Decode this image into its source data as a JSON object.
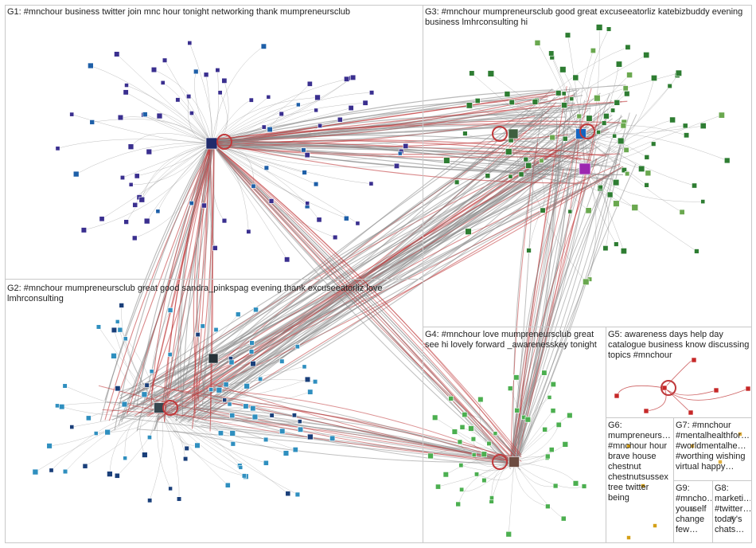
{
  "groups": [
    {
      "id": "G1",
      "label": "G1: #mnchour business twitter join mnc hour tonight networking thank mumpreneursclub"
    },
    {
      "id": "G2",
      "label": "G2: #mnchour mumpreneursclub great good sandra_pinkspag evening thank excuseeatorliz love lmhrconsulting"
    },
    {
      "id": "G3",
      "label": "G3: #mnchour mumpreneursclub good great excuseeatorliz katebizbuddy evening business lmhrconsulting hi"
    },
    {
      "id": "G4",
      "label": "G4: #mnchour love mumpreneursclub great see hi lovely forward _awarenesskey tonight"
    },
    {
      "id": "G5",
      "label": "G5: awareness days help day catalogue business know discussing topics #mnchour"
    },
    {
      "id": "G6",
      "label": "G6: mumpreneurs… #mnchour hour brave house chestnut chestnutsussex tree twitter being"
    },
    {
      "id": "G7",
      "label": "G7: #mnchour #mentalhealthfor… #worldmentalhe… #worthing wishing virtual happy…"
    },
    {
      "id": "G8",
      "label": "G8: marketi… #twitter… today's chats…"
    },
    {
      "id": "G9",
      "label": "G9: #mncho… yourself change few…"
    }
  ],
  "colors": {
    "background": "#ffffff",
    "box_border": "#c8c8c8",
    "edge_grey": "#8a8a8a",
    "edge_red": "#c0393b",
    "node_g1": "#3a2f8f",
    "node_g2": "#2f8fbf",
    "node_g3": "#2e7d32",
    "node_g4": "#4caf50",
    "node_g5": "#c62828",
    "node_g6": "#d4a017",
    "node_g7": "#e0b040"
  }
}
